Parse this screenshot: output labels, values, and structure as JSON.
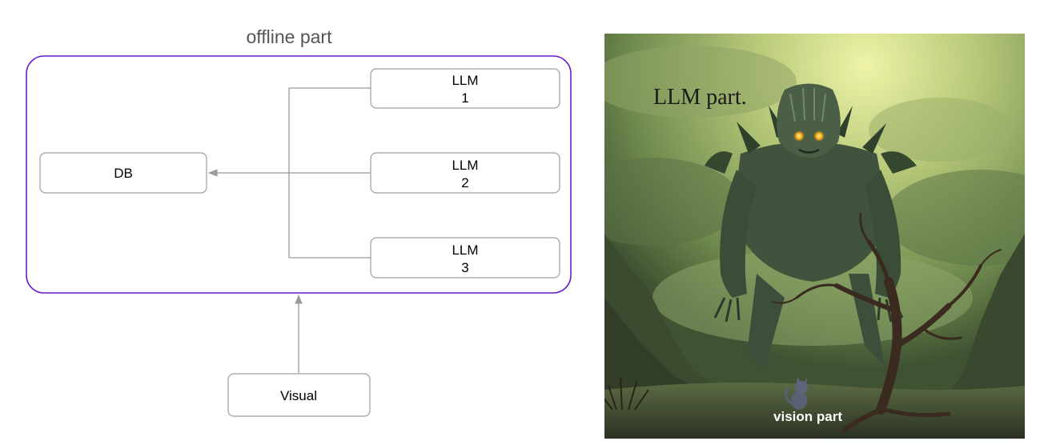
{
  "diagram": {
    "cluster": {
      "title": "offline part"
    },
    "nodes": {
      "db": {
        "label": "DB"
      },
      "llm1": {
        "line1": "LLM",
        "line2": "1"
      },
      "llm2": {
        "line1": "LLM",
        "line2": "2"
      },
      "llm3": {
        "line1": "LLM",
        "line2": "3"
      },
      "visual": {
        "label": "Visual"
      }
    },
    "colors": {
      "cluster_border": "#6a1fc8",
      "node_border": "#9e9e9e",
      "edge": "#9a9a9a"
    }
  },
  "illustration": {
    "top_caption": "LLM part.",
    "bottom_caption": "vision part",
    "subjects": [
      "giant-monster-icon",
      "dead-tree-icon",
      "kitten-icon"
    ]
  }
}
